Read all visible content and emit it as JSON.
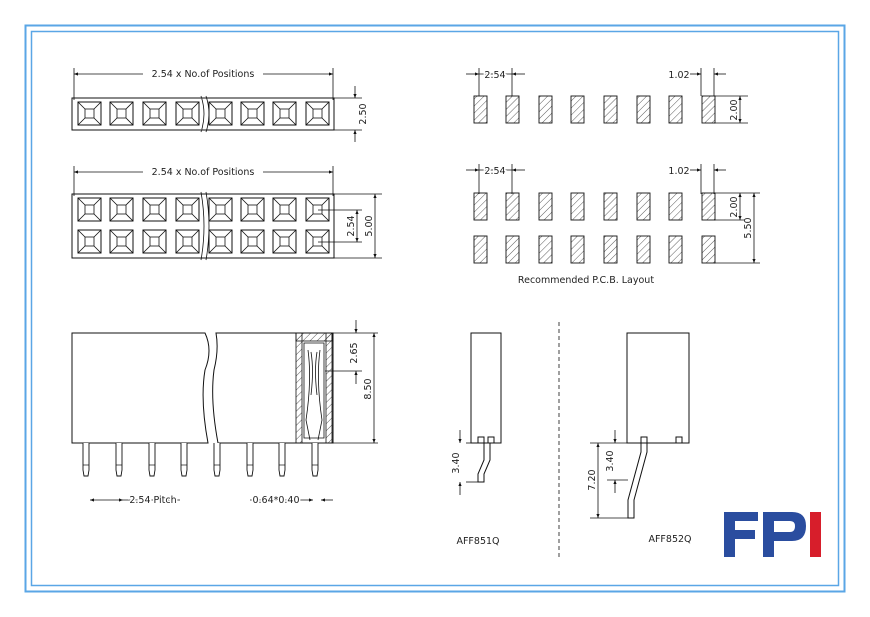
{
  "colors": {
    "frame": "#5aa6e6",
    "logo_blue": "#2a4d9f",
    "logo_red": "#d71e2b"
  },
  "top_view_single": {
    "length_label": "2.54 x No.of Positions",
    "height_label": "2.50"
  },
  "top_view_double": {
    "length_label": "2.54 x No.of Positions",
    "row_pitch_label": "2.54",
    "height_label": "5.00"
  },
  "pcb_single": {
    "pitch_label": "2.54",
    "pad_width_label": "1.02",
    "pad_height_label": "2.00"
  },
  "pcb_double": {
    "pitch_label": "2.54",
    "pad_width_label": "1.02",
    "pad_height_label": "2.00",
    "row_span_label": "5.50",
    "caption": "Recommended P.C.B. Layout"
  },
  "side_view": {
    "top_depth_label": "2.65",
    "height_label": "8.50",
    "pitch_label": "2.54 Pitch",
    "pin_size_label": "0.64*0.40"
  },
  "aff851q": {
    "model": "AFF851Q",
    "lead_label": "3.40"
  },
  "aff852q": {
    "model": "AFF852Q",
    "lead_label": "3.40",
    "total_label": "7.20"
  },
  "logo": {
    "text": "FPI"
  }
}
